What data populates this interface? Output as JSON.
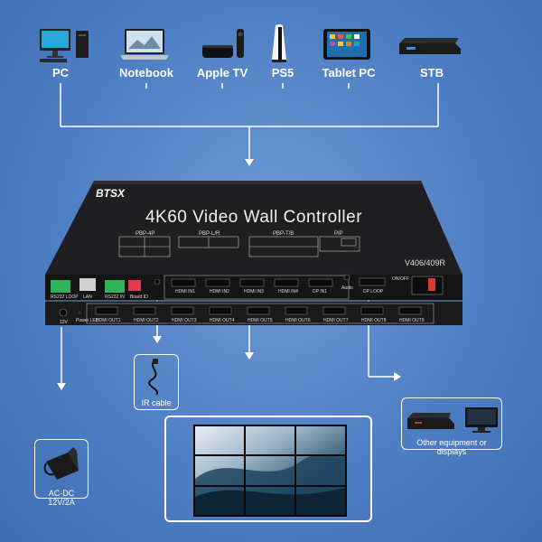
{
  "sources": [
    {
      "label": "PC",
      "icon": "desktop-pc-icon"
    },
    {
      "label": "Notebook",
      "icon": "laptop-icon"
    },
    {
      "label": "Apple TV",
      "icon": "apple-tv-icon"
    },
    {
      "label": "PS5",
      "icon": "ps5-console-icon"
    },
    {
      "label": "Tablet PC",
      "icon": "tablet-icon"
    },
    {
      "label": "STB",
      "icon": "set-top-box-icon"
    }
  ],
  "device": {
    "brand": "BTSX",
    "title": "4K60 Video Wall Controller",
    "model": "V406/409R",
    "modes": [
      "PBP-4P",
      "PBP-L/R",
      "PBP-T/B",
      "PIP"
    ],
    "front_ports": [
      "RS232 LOOP",
      "LAN",
      "RS232 IN",
      "Board ID"
    ],
    "inputs": [
      "HDMI IN1",
      "HDMI IN2",
      "HDMI IN3",
      "HDMI IN4",
      "DP IN1"
    ],
    "dp_out": "DP LOOP",
    "audio": "Audio",
    "power_switch": "ON/OFF",
    "power_in": "12V",
    "power_led": "Power LED",
    "outputs": [
      "HDMI OUT1",
      "HDMI OUT2",
      "HDMI OUT3",
      "HDMI OUT4",
      "HDMI OUT5",
      "HDMI OUT6",
      "HDMI OUT7",
      "HDMI OUT8",
      "HDMI OUT9"
    ]
  },
  "accessories": {
    "ir_cable": "IR cable",
    "power_adapter": "AC-DC 12V/2A",
    "other_equipment": "Other equipment or displays"
  },
  "colors": {
    "background": "#5585c8",
    "device_body": "#1d1d1f",
    "wire": "#ffffff",
    "terminal_green": "#2fb35a",
    "dip_switch_red": "#e23a4e"
  }
}
